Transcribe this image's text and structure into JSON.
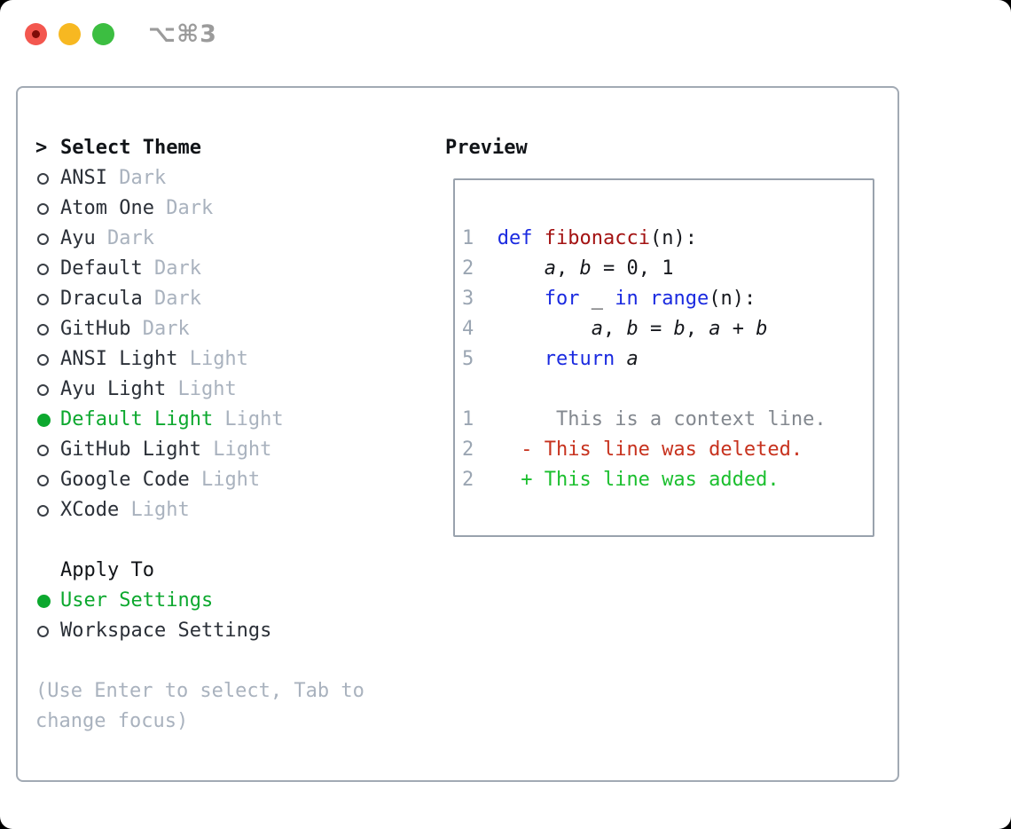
{
  "window": {
    "shortcut_label": "⌥⌘3",
    "traffic_lights": [
      "close",
      "minimize",
      "zoom"
    ]
  },
  "colors": {
    "selection_green": "#0ca82e",
    "added_green": "#1bbf2e",
    "deleted_red": "#c7321e",
    "keyword_blue": "#1a2ae0",
    "function_red": "#a31212",
    "line_number_gray": "#9aa5b2",
    "dim_gray": "#a9b2be",
    "context_gray": "#83888f",
    "border_gray": "#a2aab4",
    "traffic_red": "#f3574f",
    "traffic_yellow": "#f7b821",
    "traffic_green": "#3cbe41"
  },
  "theme_picker": {
    "title_prefix": ">",
    "title": "Select Theme",
    "items": [
      {
        "name": "ANSI",
        "variant": "Dark",
        "selected": false
      },
      {
        "name": "Atom One",
        "variant": "Dark",
        "selected": false
      },
      {
        "name": "Ayu",
        "variant": "Dark",
        "selected": false
      },
      {
        "name": "Default",
        "variant": "Dark",
        "selected": false
      },
      {
        "name": "Dracula",
        "variant": "Dark",
        "selected": false
      },
      {
        "name": "GitHub",
        "variant": "Dark",
        "selected": false
      },
      {
        "name": "ANSI Light",
        "variant": "Light",
        "selected": false
      },
      {
        "name": "Ayu Light",
        "variant": "Light",
        "selected": false
      },
      {
        "name": "Default Light",
        "variant": "Light",
        "selected": true
      },
      {
        "name": "GitHub Light",
        "variant": "Light",
        "selected": false
      },
      {
        "name": "Google Code",
        "variant": "Light",
        "selected": false
      },
      {
        "name": "XCode",
        "variant": "Light",
        "selected": false
      }
    ],
    "apply_to": {
      "title": "Apply To",
      "options": [
        {
          "label": "User Settings",
          "selected": true
        },
        {
          "label": "Workspace Settings",
          "selected": false
        }
      ]
    },
    "hint_lines": [
      "(Use Enter to select, Tab to",
      "change focus)"
    ]
  },
  "preview": {
    "title": "Preview",
    "lines": [
      {
        "segments": [
          {
            "t": "1",
            "c": "ln"
          },
          {
            "t": "  ",
            "c": "t"
          },
          {
            "t": "def",
            "c": "kw"
          },
          {
            "t": " ",
            "c": "t"
          },
          {
            "t": "fibonacci",
            "c": "fn"
          },
          {
            "t": "(n):",
            "c": "t"
          }
        ]
      },
      {
        "segments": [
          {
            "t": "2",
            "c": "ln"
          },
          {
            "t": "      ",
            "c": "t"
          },
          {
            "t": "a",
            "c": "v"
          },
          {
            "t": ", ",
            "c": "t"
          },
          {
            "t": "b",
            "c": "v"
          },
          {
            "t": " = 0, 1",
            "c": "t"
          }
        ]
      },
      {
        "segments": [
          {
            "t": "3",
            "c": "ln"
          },
          {
            "t": "      ",
            "c": "t"
          },
          {
            "t": "for",
            "c": "kw"
          },
          {
            "t": " _ ",
            "c": "t"
          },
          {
            "t": "in",
            "c": "kw"
          },
          {
            "t": " ",
            "c": "t"
          },
          {
            "t": "range",
            "c": "kw"
          },
          {
            "t": "(n):",
            "c": "t"
          }
        ]
      },
      {
        "segments": [
          {
            "t": "4",
            "c": "ln"
          },
          {
            "t": "          ",
            "c": "t"
          },
          {
            "t": "a",
            "c": "v"
          },
          {
            "t": ", ",
            "c": "t"
          },
          {
            "t": "b",
            "c": "v"
          },
          {
            "t": " = ",
            "c": "t"
          },
          {
            "t": "b",
            "c": "v"
          },
          {
            "t": ", ",
            "c": "t"
          },
          {
            "t": "a",
            "c": "v"
          },
          {
            "t": " + ",
            "c": "t"
          },
          {
            "t": "b",
            "c": "v"
          }
        ]
      },
      {
        "segments": [
          {
            "t": "5",
            "c": "ln"
          },
          {
            "t": "      ",
            "c": "t"
          },
          {
            "t": "return",
            "c": "kw"
          },
          {
            "t": " ",
            "c": "t"
          },
          {
            "t": "a",
            "c": "v"
          }
        ]
      },
      {
        "segments": []
      },
      {
        "segments": [
          {
            "t": "1",
            "c": "ln"
          },
          {
            "t": "       ",
            "c": "t"
          },
          {
            "t": "This is a context line.",
            "c": "ctx"
          }
        ]
      },
      {
        "segments": [
          {
            "t": "2",
            "c": "ln"
          },
          {
            "t": "    ",
            "c": "t"
          },
          {
            "t": "- This line was deleted.",
            "c": "del"
          }
        ]
      },
      {
        "segments": [
          {
            "t": "2",
            "c": "ln"
          },
          {
            "t": "    ",
            "c": "t"
          },
          {
            "t": "+ This line was added.",
            "c": "add"
          }
        ]
      }
    ]
  }
}
